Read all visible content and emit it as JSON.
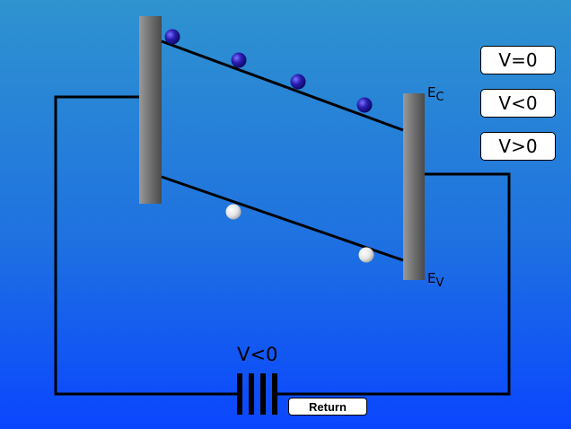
{
  "buttons": {
    "v_zero": "V=0",
    "v_negative": "V<0",
    "v_positive": "V>0"
  },
  "labels": {
    "conduction_band": {
      "main": "E",
      "sub": "C"
    },
    "valence_band": {
      "main": "E",
      "sub": "V"
    },
    "bias": "V<0"
  },
  "return_label": "Return",
  "colors": {
    "electron": "#2a1fb3",
    "hole": "#f0f0f0",
    "electrode": "#6e6e6e",
    "wire": "#000000"
  },
  "carriers": {
    "electrons": 4,
    "holes": 2
  }
}
